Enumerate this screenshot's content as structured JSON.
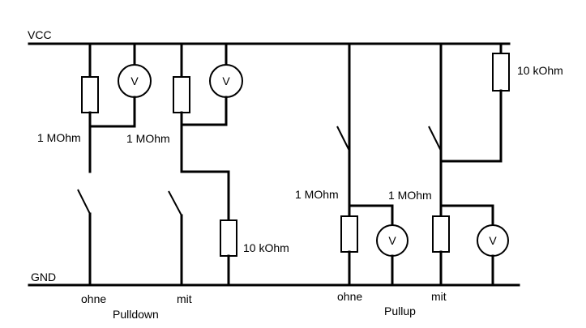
{
  "rails": {
    "vcc": "VCC",
    "gnd": "GND"
  },
  "resistors": {
    "r_big": "1 MOhm",
    "r_small": "10 kOhm"
  },
  "meter_symbol": "V",
  "circuits": [
    {
      "label": "ohne"
    },
    {
      "label": "mit"
    },
    {
      "label": "ohne"
    },
    {
      "label": "mit"
    }
  ],
  "groups": {
    "pulldown": "Pulldown",
    "pullup": "Pullup"
  }
}
